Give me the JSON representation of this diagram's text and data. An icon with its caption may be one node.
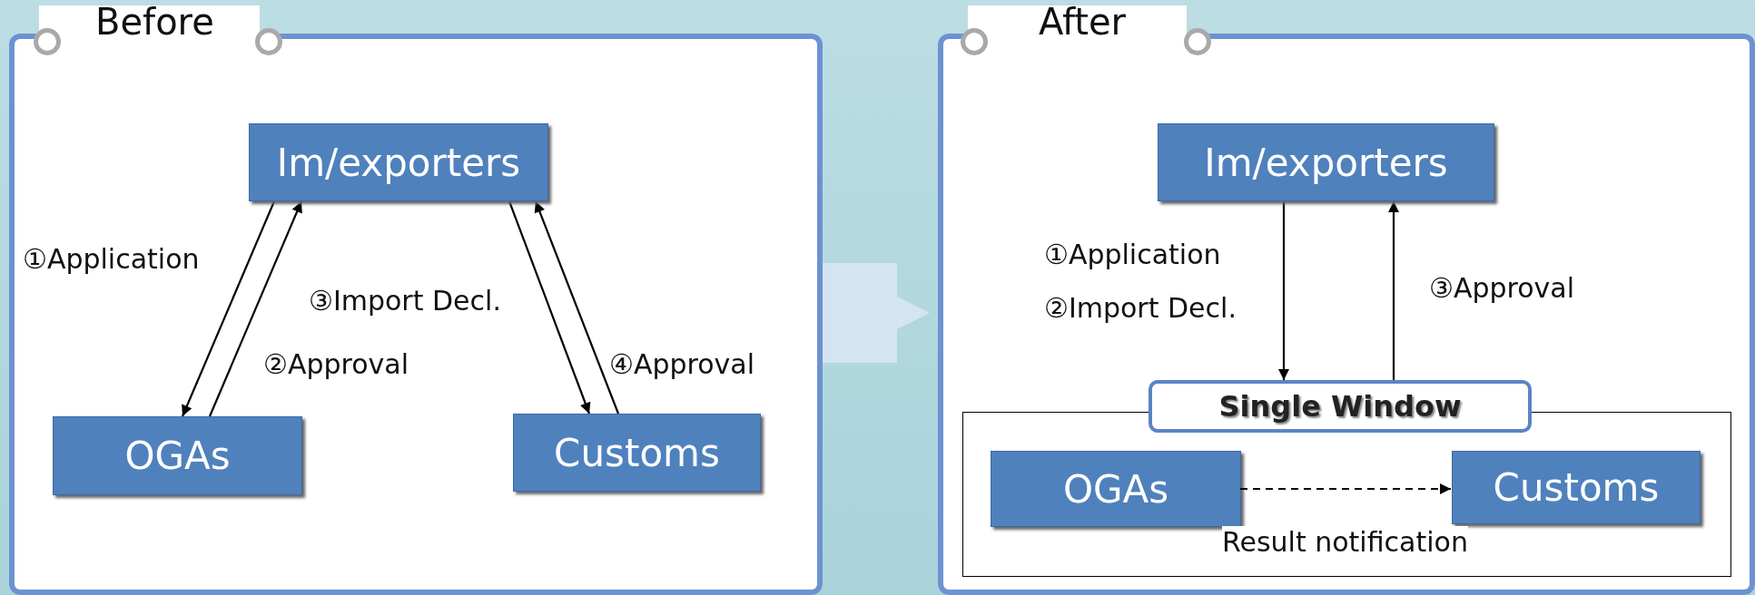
{
  "diagram": {
    "nodes": [
      {
        "text": [
          "Before"
        ]
      },
      {
        "text": [
          "Im/exporters"
        ],
        "in": 0
      },
      {
        "text": [
          "OGAs"
        ],
        "in": 0
      },
      {
        "text": [
          "Customs"
        ],
        "in": 0
      },
      {
        "text": [
          "After"
        ]
      },
      {
        "text": [
          "Im/exporters"
        ],
        "in": 4
      },
      {
        "text": [
          "Single Window"
        ],
        "in": 4
      },
      {
        "text": [],
        "shape": "box",
        "in": 4
      },
      {
        "text": [
          "OGAs"
        ],
        "in": 7
      },
      {
        "text": [
          "Customs"
        ],
        "in": 7
      }
    ],
    "edges": [
      {
        "from": 1,
        "to": 2,
        "arrow": "to",
        "label": "①Application"
      },
      {
        "from": 2,
        "to": 1,
        "arrow": "to",
        "label": "②Approval"
      },
      {
        "from": 1,
        "to": 3,
        "arrow": "to",
        "label": "③Import Decl."
      },
      {
        "from": 3,
        "to": 1,
        "arrow": "to",
        "label": "④Approval"
      },
      {
        "from": 5,
        "to": 6,
        "arrow": "to",
        "label": "①Application ②Import Decl."
      },
      {
        "from": 6,
        "to": 5,
        "arrow": "to",
        "label": "③Approval"
      },
      {
        "from": 8,
        "to": 9,
        "arrow": "to",
        "label": "Result notification",
        "style": "dashed"
      },
      {
        "from": 0,
        "to": 4,
        "arrow": "to",
        "style": "thick",
        "color": "#d3e4f2"
      }
    ]
  }
}
